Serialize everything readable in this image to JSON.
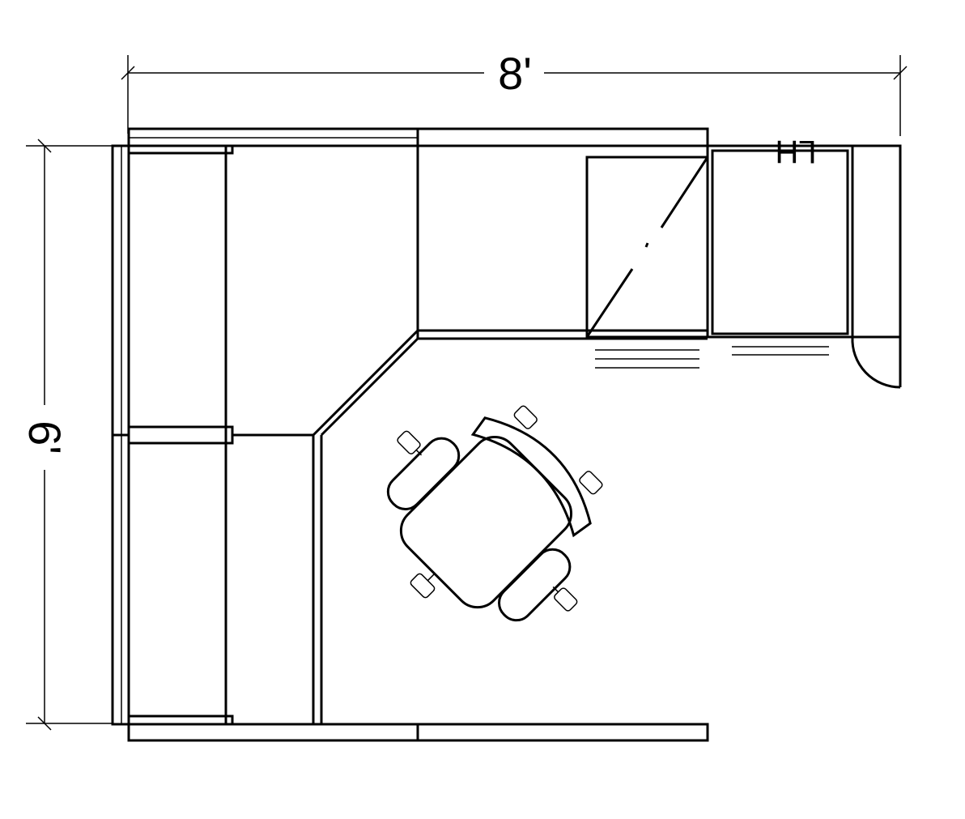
{
  "dimensions": {
    "width_label": "8'",
    "height_label": "6'"
  },
  "cabinet_label": "LH",
  "colors": {
    "line": "#000000",
    "background": "#ffffff"
  }
}
